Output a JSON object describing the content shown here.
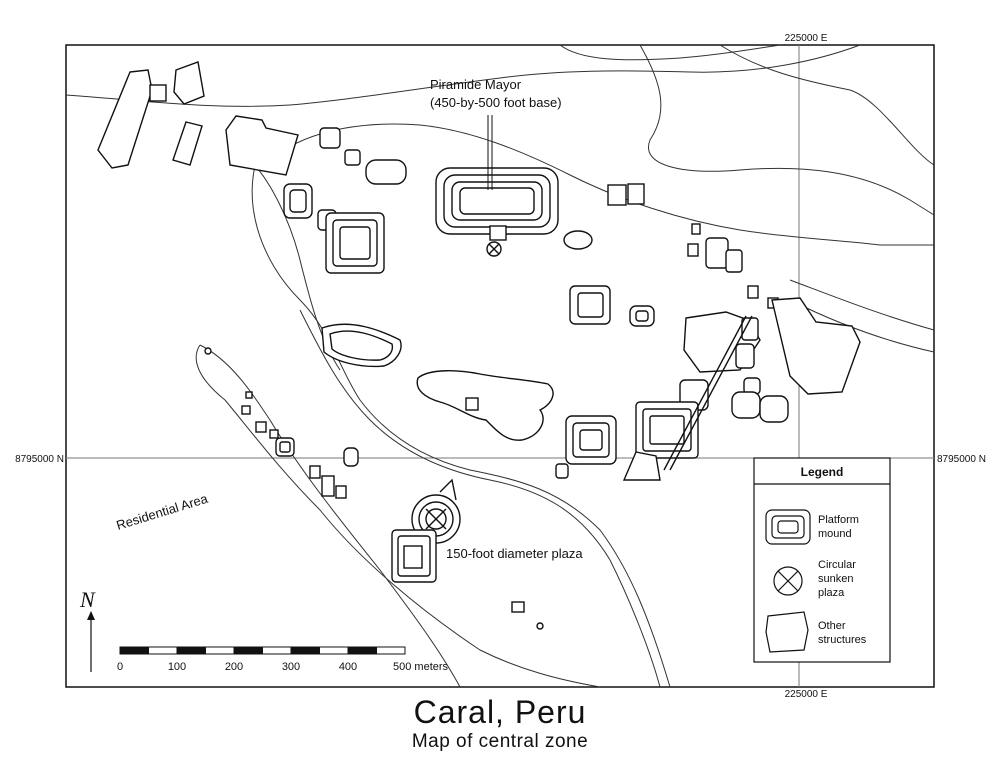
{
  "title": "Caral, Peru",
  "subtitle": "Map of central zone",
  "coords": {
    "easting_top": "225000 E",
    "easting_bottom": "225000 E",
    "northing_left": "8795000 N",
    "northing_right": "8795000 N"
  },
  "labels": {
    "piramide_name": "Piramide Mayor",
    "piramide_base": "(450-by-500 foot base)",
    "residential": "Residential Area",
    "plaza": "150-foot diameter plaza"
  },
  "legend": {
    "title": "Legend",
    "platform_line1": "Platform",
    "platform_line2": "mound",
    "circular_line1": "Circular",
    "circular_line2": "sunken",
    "circular_line3": "plaza",
    "other_line1": "Other",
    "other_line2": "structures"
  },
  "north": {
    "symbol": "N"
  },
  "scale": {
    "ticks": [
      "0",
      "100",
      "200",
      "300",
      "400",
      "500 meters"
    ],
    "segments": 10
  },
  "colors": {
    "ink": "#111111",
    "paper": "#ffffff"
  }
}
